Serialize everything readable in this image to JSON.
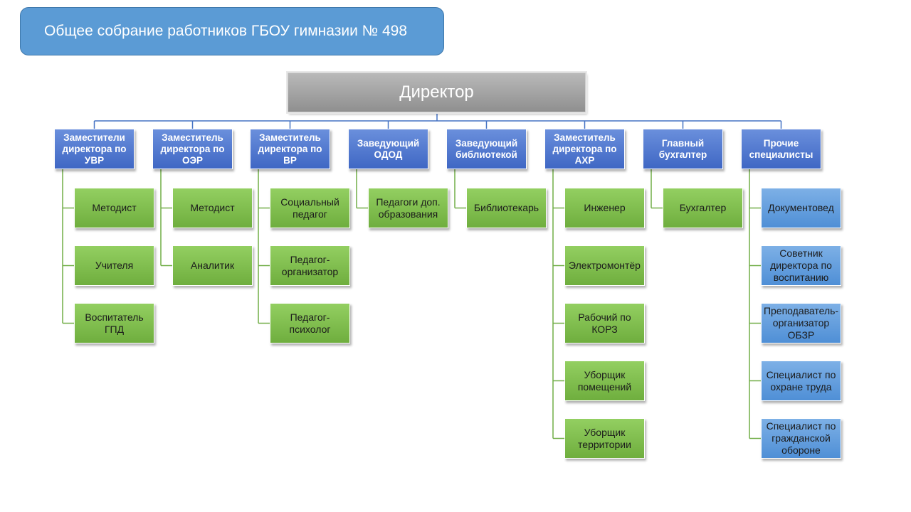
{
  "title": "Общее собрание работников ГБОУ гимназии № 498",
  "director": "Директор",
  "colors": {
    "banner": "#5b9bd5",
    "deputy": "#4472c4",
    "staff": "#70ad47",
    "other": "#5b9bd5",
    "director": "#a5a5a5",
    "connector_top": "#4472c4",
    "connector_staff": "#70ad47"
  },
  "columns": [
    {
      "label": "Заместители директора по УВР",
      "children": [
        {
          "label": "Методист"
        },
        {
          "label": "Учителя"
        },
        {
          "label": "Воспитатель ГПД"
        }
      ]
    },
    {
      "label": "Заместитель директора по ОЭР",
      "children": [
        {
          "label": "Методист"
        },
        {
          "label": "Аналитик"
        }
      ]
    },
    {
      "label": "Заместитель директора по ВР",
      "children": [
        {
          "label": "Социальный педагог"
        },
        {
          "label": "Педагог-организатор"
        },
        {
          "label": "Педагог-психолог"
        }
      ]
    },
    {
      "label": "Заведующий ОДОД",
      "children": [
        {
          "label": "Педагоги доп. образования"
        }
      ]
    },
    {
      "label": "Заведующий библиотекой",
      "children": [
        {
          "label": "Библиотекарь"
        }
      ]
    },
    {
      "label": "Заместитель директора по АХР",
      "children": [
        {
          "label": "Инженер"
        },
        {
          "label": "Электромонтёр"
        },
        {
          "label": "Рабочий по КОРЗ"
        },
        {
          "label": "Уборщик помещений"
        },
        {
          "label": "Уборщик территории"
        }
      ]
    },
    {
      "label": "Главный бухгалтер",
      "children": [
        {
          "label": "Бухгалтер"
        }
      ]
    },
    {
      "label": "Прочие специалисты",
      "style": "other",
      "children": [
        {
          "label": "Документовед"
        },
        {
          "label": "Советник директора по воспитанию"
        },
        {
          "label": "Преподаватель-организатор ОБЗР"
        },
        {
          "label": "Специалист по охране труда"
        },
        {
          "label": "Специалист по гражданской обороне"
        }
      ]
    }
  ]
}
